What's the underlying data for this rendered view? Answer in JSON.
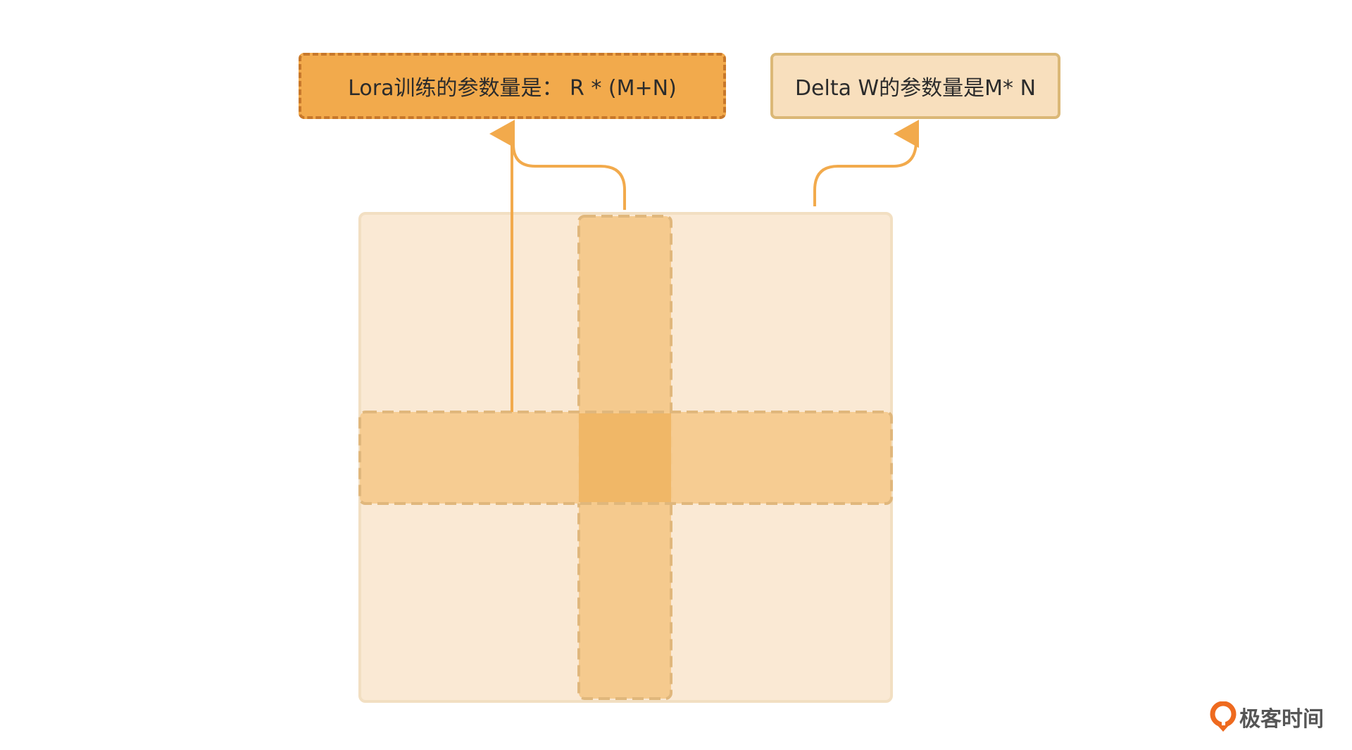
{
  "labels": {
    "lora": "Lora训练的参数量是： R * (M+N)",
    "delta": "Delta W的参数量是M* N"
  },
  "logo": {
    "text": "极客时间"
  },
  "colors": {
    "accent": "#f2aa4c",
    "matrix": "#fae9d4",
    "strip": "#f5ca8e",
    "overlap": "#f0b767",
    "arrow": "#f2aa4c"
  }
}
